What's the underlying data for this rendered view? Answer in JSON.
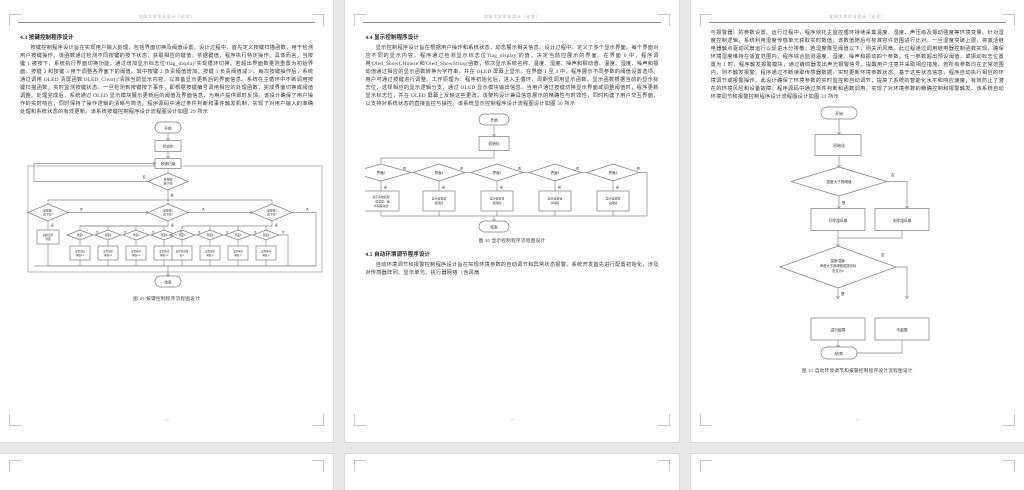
{
  "viewer": {
    "background": "#e8e8e8",
    "page_background": "#ffffff",
    "rule_color": "#8e8e8e"
  },
  "pages": [
    {
      "header": "沈阳大学毕业设计（论文）",
      "page_number": "- 28 -",
      "section_heading": "4.3  按键控制程序设计",
      "paragraphs": [
        "按键控制程序设计旨在实现用户输入处理，包括界面切换及阈值设置。设计过程中，首先定义按键扫描函数，用于检测用户按键操作。该函数通过检测不同按键的按下状态，获取相应的键值。依据键值，程序执行特定操作。具体而言，当按键 1 被按下，系统执行界面切换功能。通过增加显示标志位'flag_display'实现循环切换。若超出界面数量则重置为初始界面。按键 2 和按键 3 用于调整各界面下的阈值。其中按键 2 负责阈值增加，按键 3 负责阈值减少。每次按键操作后，系统通过调用 OLED 清屏函数'OLED_Clear()'清除当前显示内容，以准备显示更新后的界面信息。系统在主循环中不断调用按键扫描函数，实时监测按键状态。一旦检测到按键按下事件，即根据按键编号调用相应的处理函数，完成界面切换或阈值调整。处理完成后，系统通过 OLED 显示模块展示更新后的阈值及界面信息，为用户提供即时反馈。该设计确保了用户操作的实时响应，同时保持了操作逻辑的清晰与简洁。程序源码中通过条件判断和事件触发机制，实现了对用户输入的准确处理和系统状态的有效更新。该系统按键控制程序设计流程图设计如图 29 所示"
      ],
      "figure": {
        "id": "fig29",
        "caption": "图 29  按键控制程序流程图设计",
        "nodes": {
          "start": "开始",
          "init": "初始化",
          "scan": "按键扫描",
          "any_key": "有按键按下吗",
          "k1": "是按键1按下吗?",
          "k2": "是按键2按下吗?",
          "k3": "是按键3按下吗?",
          "switch_ui": "切换显示界面",
          "ui_checks": [
            "界面1",
            "界面2",
            "界面3",
            "界面4",
            "界面1",
            "界面2",
            "界面3",
            "界面4"
          ],
          "actions": [
            "设置温度阈值+1",
            "设置湿度阈值+1",
            "设置噪声阈值+1",
            "设置振动阈值+1",
            "设置温度阈值-1",
            "设置湿度阈值-1",
            "设置噪声阈值-1",
            "设置振动阈值-1"
          ],
          "end": "结束"
        },
        "edge_labels": {
          "yes": "是",
          "no": "否"
        }
      }
    },
    {
      "header": "沈阳大学毕业设计（论文）",
      "page_number": "- 29 -",
      "section_heading": "4.4  显示控制程序设计",
      "paragraphs": [
        "显示控制程序设计旨在根据用户操作和系统状态，动态展示相关信息。设计过程中，定义了多个显示界面。每个界面对应不同的显示内容。程序通过检测显示标志位'flag_display'的值，决定当前应展示的界面。在界面 0 中，程序调用'Oled_ShowCHinese'和'Oled_ShowString'函数，依次显示系统名称、温度、湿度、噪声和振动值。温度、湿度、噪声和振动值通过相应的显示函数转换为字符串，并在 OLED 屏幕上显示。在界面 1 至 4 中，程序展示不同参数的阈值设置选项。用户可通过按键进行调整。工作原理为：程序初始化后，进入主循环，周期性调用显示函数。显示函数根据当前的显示标志位，选择相应的显示逻辑分支，通过 OLED 显示模块输出信息。当用户通过按键切换显示界面或调整阈值时，程序更新显示标志位，并在 OLED 屏幕上反映这些更改。该架构设计兼具信息展示的精确性与时效性，同时构建了用户交互界面，以支持对系统状态的直接监控与操控。该系统显示控制程序设计流程图设计如图 30 所示"
      ],
      "section_heading2": "4.5  自动环境调节程序设计",
      "paragraphs2": [
        "自动环境调节和报警控制程序设计旨在实现环境参数的自动调节和异常状态报警。系统开发首先进行配置初始化，涉及对传感器阵列、显示单元、执行器网络（含风扇"
      ],
      "figure": {
        "id": "fig30",
        "caption": "图 30  显示控制程序流程图设计",
        "nodes": {
          "start": "开始",
          "init": "初始化",
          "checks": [
            "界面0",
            "界面1",
            "界面2",
            "界面3",
            "界面4"
          ],
          "actions": [
            "显示系统名称、温湿度、噪声和振动值",
            "显示设置温度阈值",
            "显示设置湿度阈值",
            "显示设置噪声阈值",
            "显示设置振动阈值"
          ],
          "end": "结束"
        },
        "edge_labels": {
          "yes": "是",
          "no": "否"
        }
      }
    },
    {
      "header": "沈阳大学毕业设计（论文）",
      "page_number": "- 30 -",
      "section_heading": "",
      "paragraphs": [
        "与报警器）的参数设置。运行过程中，程序依托主监控循环持续采集温度、湿度、声压级及振动强度等环境变量。针对湿度控制逻辑，系统利用湿度传感单元获取实时数值，该数值随后与标准容许范围进行比对。一旦湿度突破上限，将激活继电器触点驱动风扇运行以促进水分排散；若湿度降至阈值以下，则关闭风扇。此过程通过调用继电器控制函数实现，确保环境湿度维持在适宜范围内。程序综合监测温度、湿度、噪声和振动四个参数。任一参数超出预设阈值，或振动标志位置置为 1 时，程序触发报警模块，通过蜂鸣器发出声光报警信号。提醒用户注意并采取相应措施。若所有参数均在正常范围内，则不触发报警。程序通过不断读取传感器数据，实时更新环境参数状态。基于这些状态信息，程序自动执行相应的环境调节或报警操作。此设计确保了环境参数的实时监控和自动调节，提高了系统的智能化水平和响应速度，有效防止了潜在的环境风险和设备故障。程序源码中通过条件判断和函数调用，实现了对环境参数的精确控制和报警触发。该系统自动环境调节和报警控制程序设计流程图设计如图 31 所示"
      ],
      "figure": {
        "id": "fig31",
        "caption": "图 31  自动环境调节和报警控制程序设计流程图设计",
        "nodes": {
          "start": "开始",
          "init": "初始化",
          "check_humidity": "湿度大于其阈值",
          "fan_on": "开除湿风扇",
          "fan_off": "关除湿风扇",
          "check_alarm_l1": "温度/湿度/",
          "check_alarm_l2": "声音大于其阈值或振动标",
          "check_alarm_l3": "志位为1",
          "alarm_yes": "进行报警",
          "alarm_no": "不报警",
          "end": "结束"
        },
        "edge_labels": {
          "yes": "是",
          "no": "否"
        }
      }
    }
  ]
}
